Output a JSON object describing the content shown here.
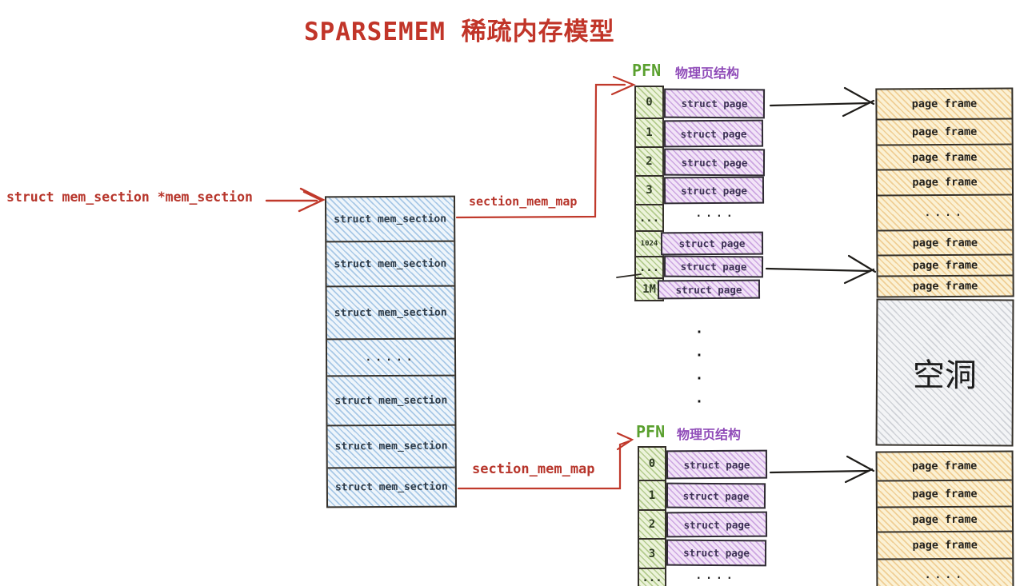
{
  "title": "SPARSEMEM 稀疏内存模型",
  "colors": {
    "accent_red": "#c0392b",
    "pfn_green": "#5aa02f",
    "struct_purple": "#8f4bb8",
    "mem_section_fill": "#eef5fb",
    "pfn_fill": "#ecf3da",
    "page_fill": "#f2e4f7",
    "frame_fill": "#fbf1d4",
    "hole_fill": "#f3f4f6",
    "ink": "#34302a"
  },
  "pointer_label": "struct mem_section *mem_section",
  "section_mem_map_top": "section_mem_map",
  "section_mem_map_bottom": "section_mem_map",
  "mem_section_column": {
    "rows": [
      "struct mem_section",
      "struct mem_section",
      "struct mem_section",
      ".....",
      "struct mem_section",
      "struct mem_section",
      "struct mem_section"
    ]
  },
  "top_table": {
    "pfn_header": "PFN",
    "struct_header": "物理页结构",
    "rows": [
      {
        "pfn": "0",
        "page": "struct page"
      },
      {
        "pfn": "1",
        "page": "struct page"
      },
      {
        "pfn": "2",
        "page": "struct page"
      },
      {
        "pfn": "3",
        "page": "struct page"
      },
      {
        "pfn": "...",
        "page": "...."
      },
      {
        "pfn": "1024",
        "page": "struct page"
      },
      {
        "pfn": "...",
        "page": "struct page"
      },
      {
        "pfn": "1M",
        "page": "struct page"
      }
    ]
  },
  "bottom_table": {
    "pfn_header": "PFN",
    "struct_header": "物理页结构",
    "rows": [
      {
        "pfn": "0",
        "page": "struct page"
      },
      {
        "pfn": "1",
        "page": "struct page"
      },
      {
        "pfn": "2",
        "page": "struct page"
      },
      {
        "pfn": "3",
        "page": "struct page"
      },
      {
        "pfn": "...",
        "page": "...."
      }
    ]
  },
  "frame_column_top": [
    "page frame",
    "page frame",
    "page frame",
    "page frame",
    "....",
    "page frame",
    "page frame",
    "page frame"
  ],
  "hole_label": "空洞",
  "frame_column_bottom": [
    "page frame",
    "page frame",
    "page frame",
    "page frame",
    "...."
  ],
  "vertical_ellipsis": "····"
}
